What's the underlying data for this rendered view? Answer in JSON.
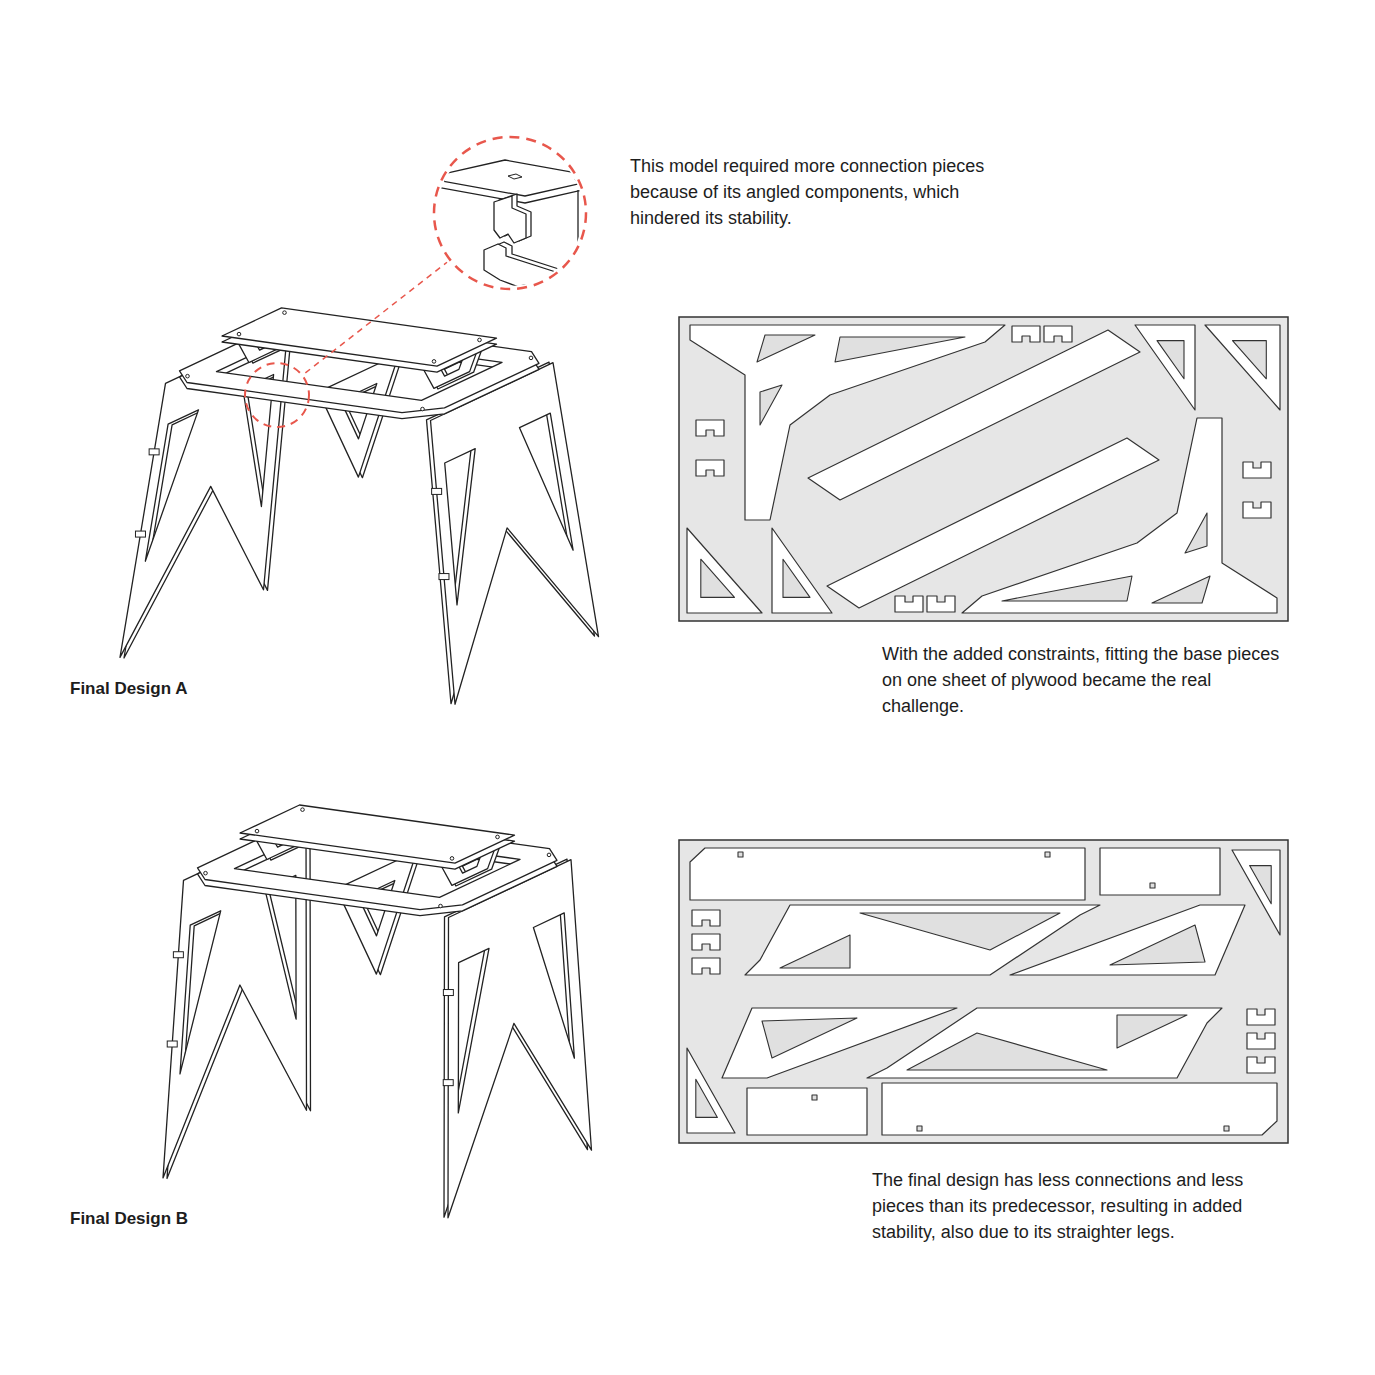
{
  "diagram": {
    "labels": [
      "This model required more connection pieces because of its angled components, which hindered its stability.",
      "With the added constraints, fitting the base pieces on one sheet of plywood became the real challenge.",
      "Final Design A",
      "The final design has less connections and less pieces than its predecessor, resulting in added stability, also due to its straighter legs.",
      "Final Design B"
    ]
  }
}
